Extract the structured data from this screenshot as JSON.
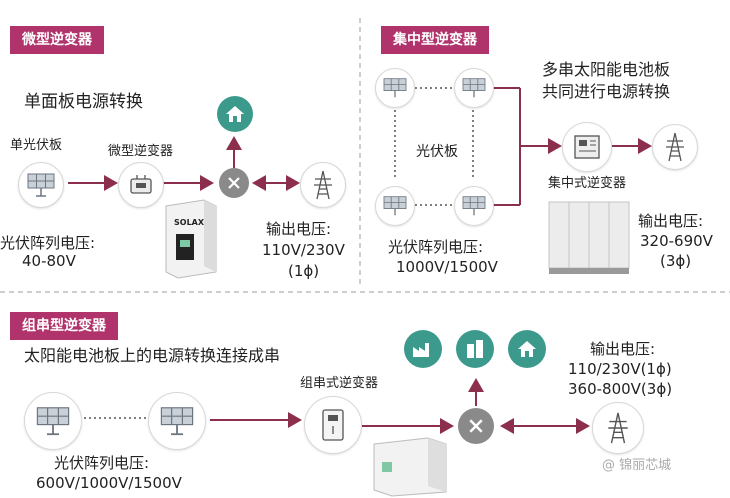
{
  "micro": {
    "badge": "微型逆变器",
    "subtitle": "单面板电源转换",
    "panel_label": "单光伏板",
    "inverter_label": "微型逆变器",
    "array_voltage_label": "光伏阵列电压:",
    "array_voltage_value": "40-80V",
    "output_label": "输出电压:",
    "output_value": "110V/230V",
    "output_phase": "(1ϕ)",
    "brand": "SOLAX"
  },
  "central": {
    "badge": "集中型逆变器",
    "subtitle_line1": "多串太阳能电池板",
    "subtitle_line2": "共同进行电源转换",
    "panel_label": "光伏板",
    "inverter_label": "集中式逆变器",
    "array_voltage_label": "光伏阵列电压:",
    "array_voltage_value": "1000V/1500V",
    "output_label": "输出电压:",
    "output_value": "320-690V",
    "output_phase": "(3ϕ)"
  },
  "string": {
    "badge": "组串型逆变器",
    "subtitle": "太阳能电池板上的电源转换连接成串",
    "inverter_label": "组串式逆变器",
    "array_voltage_label": "光伏阵列电压:",
    "array_voltage_value": "600V/1000V/1500V",
    "output_label": "输出电压:",
    "output_value_1": "110/230V(1ϕ)",
    "output_value_2": "360-800V(3ϕ)"
  },
  "watermark": "@ 锦丽芯城",
  "colors": {
    "accent": "#b0336b",
    "green": "#3c9a8d",
    "arrow": "#8b2f4d",
    "divider": "#bdbdbd"
  },
  "icons": [
    "solar-panel-icon",
    "house-icon",
    "factory-icon",
    "buildings-icon",
    "transmission-tower-icon",
    "inverter-icon",
    "switch-x-icon"
  ]
}
